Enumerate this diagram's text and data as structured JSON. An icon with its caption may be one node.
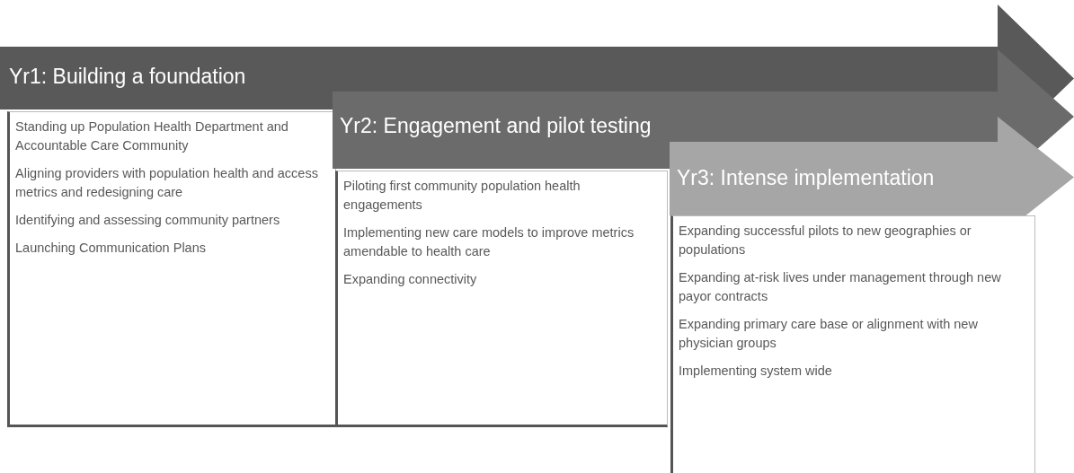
{
  "diagram": {
    "nodes": [
      {
        "text": [
          "Yr1: Building a foundation"
        ]
      },
      {
        "text": [
          "Standing up Population Health Department  and Accountable Care Community",
          "Aligning providers with population health and access metrics and redesigning care",
          "Identifying and assessing community partners",
          "Launching Communication Plans"
        ]
      },
      {
        "text": [
          "Yr2: Engagement and pilot testing"
        ]
      },
      {
        "text": [
          "Piloting first community population health engagements",
          "Implementing new care models to improve metrics amendable to health care",
          "Expanding connectivity"
        ]
      },
      {
        "text": [
          "Yr3: Intense implementation"
        ]
      },
      {
        "text": [
          "Expanding successful pilots to new geographies or populations",
          "Expanding at-risk lives under management through new payor contracts",
          "Expanding primary care base or alignment with new physician groups",
          "Implementing system wide"
        ]
      }
    ]
  }
}
